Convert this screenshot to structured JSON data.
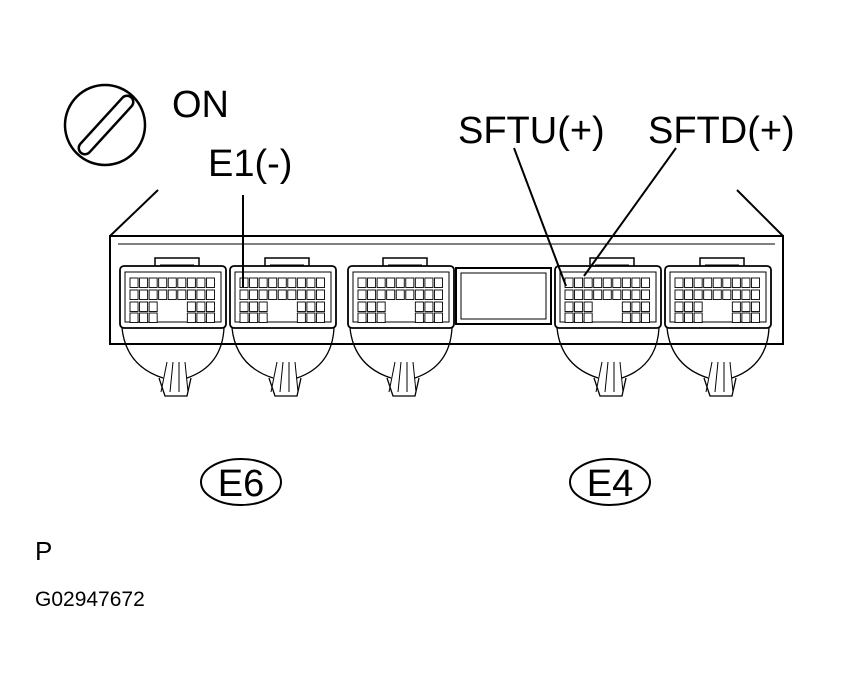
{
  "labels": {
    "ignition": "ON",
    "e1": "E1(-)",
    "sftu": "SFTU(+)",
    "sftd": "SFTD(+)",
    "connector_left": "E6",
    "connector_right": "E4",
    "corner_letter": "P",
    "figure_code": "G02947672"
  }
}
